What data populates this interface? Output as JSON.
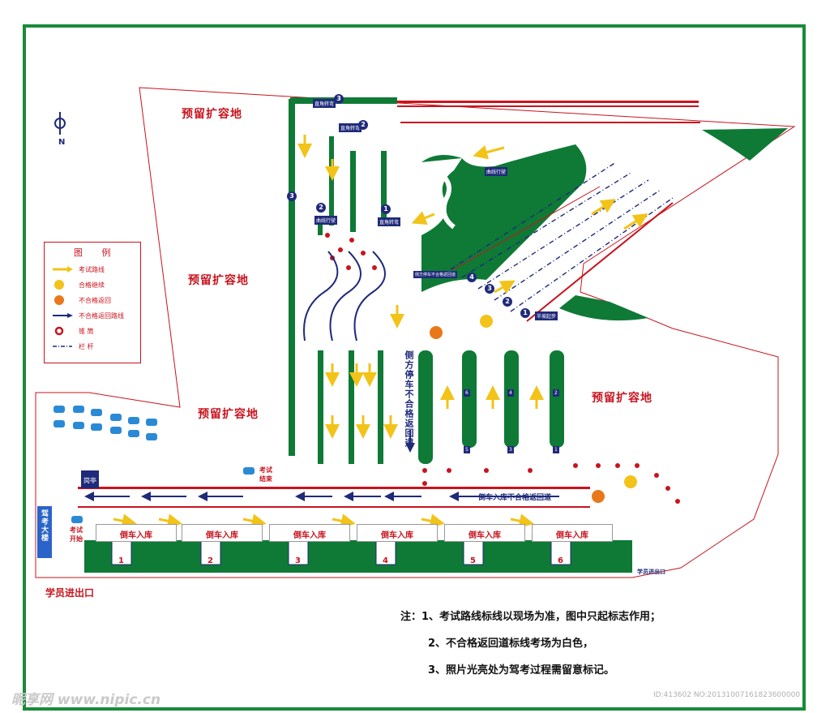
{
  "reserved_land": [
    "预留扩容地",
    "预留扩容地",
    "预留扩容地",
    "预留扩容地"
  ],
  "north": {
    "label": "N"
  },
  "legend": {
    "title": "图 例",
    "items": [
      {
        "label": "考试路线",
        "icon": "yellow-arrow"
      },
      {
        "label": "合格继续",
        "icon": "smile-face"
      },
      {
        "label": "不合格返回",
        "icon": "sad-face"
      },
      {
        "label": "不合格返回路线",
        "icon": "blue-arrow"
      },
      {
        "label": "锥 筒",
        "icon": "red-cone"
      },
      {
        "label": "栏 杆",
        "icon": "dash-dot-line"
      }
    ]
  },
  "labels": {
    "exam_end": "考试\n结束",
    "exam_start": "考试\n开始",
    "booth": "岗亭",
    "building": "驾考大楼",
    "student_gate": "学员进出口",
    "student_gate_small": "学员进出口",
    "side_park_return": "侧方停车不合格返回道",
    "reverse_return": "倒车入库不合格返回道",
    "reverse_bay": "倒车入库",
    "curve_sign": "曲线行驶",
    "right_angle_sign": "直角转弯",
    "slope_start": "半坡起步",
    "side_park_sign": "侧方停车不合格返回道"
  },
  "bay_numbers": [
    "1",
    "2",
    "3",
    "4",
    "5",
    "6"
  ],
  "side_park_numbers": [
    "6",
    "4",
    "2",
    "5",
    "3",
    "1"
  ],
  "slope_numbers": [
    "4",
    "3",
    "2",
    "1"
  ],
  "right_angle_numbers": [
    "3",
    "2",
    "3",
    "2",
    "1"
  ],
  "notes": [
    "注：1、考试路线标线以现场为准，图中只起标志作用；",
    "2、不合格返回道标线考场为白色，",
    "3、照片光亮处为驾考过程需留意标记。"
  ],
  "watermark": {
    "left": "昵享网 www.nipic.cn",
    "right": "ID:413602 NO:20131007161823600000"
  },
  "colors": {
    "green": "#0e7a36",
    "red": "#c8141e",
    "navy": "#1f2a7a",
    "yellow": "#f2c318",
    "frame": "#1a8a3a"
  }
}
